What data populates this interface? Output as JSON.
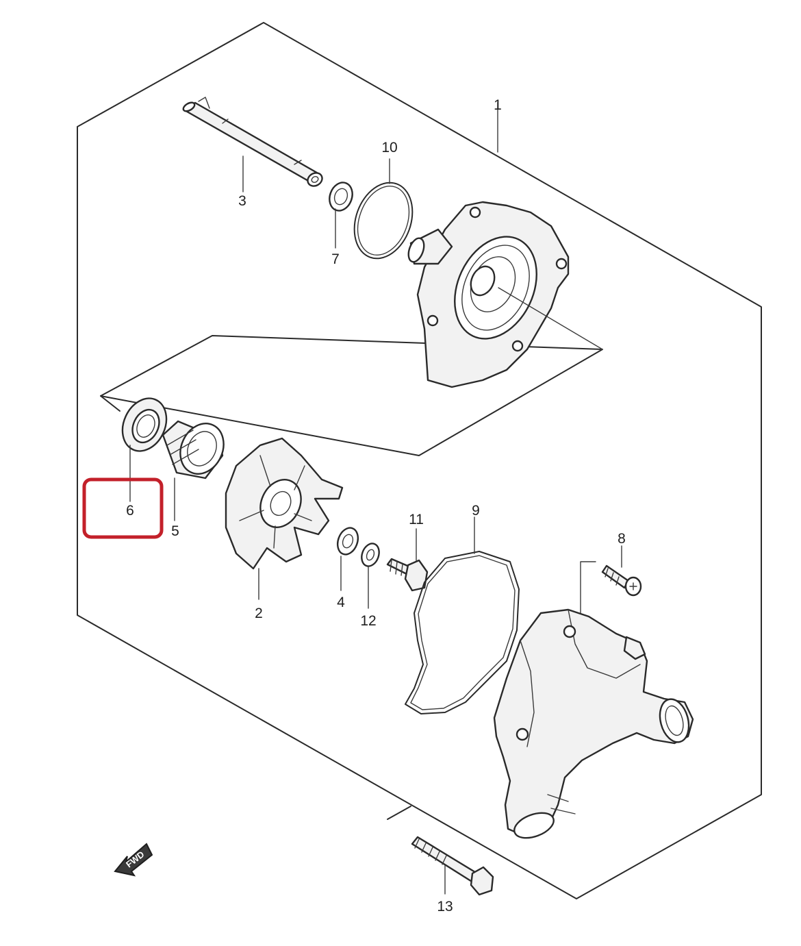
{
  "parts": [
    {
      "no": "1"
    },
    {
      "no": "2"
    },
    {
      "no": "3"
    },
    {
      "no": "4"
    },
    {
      "no": "5"
    },
    {
      "no": "6"
    },
    {
      "no": "7"
    },
    {
      "no": "8"
    },
    {
      "no": "9"
    },
    {
      "no": "10"
    },
    {
      "no": "11"
    },
    {
      "no": "12"
    },
    {
      "no": "13"
    }
  ],
  "direction_arrow": {
    "text": "FWD"
  },
  "highlight": {
    "part": "6",
    "color": "#c3202a"
  }
}
